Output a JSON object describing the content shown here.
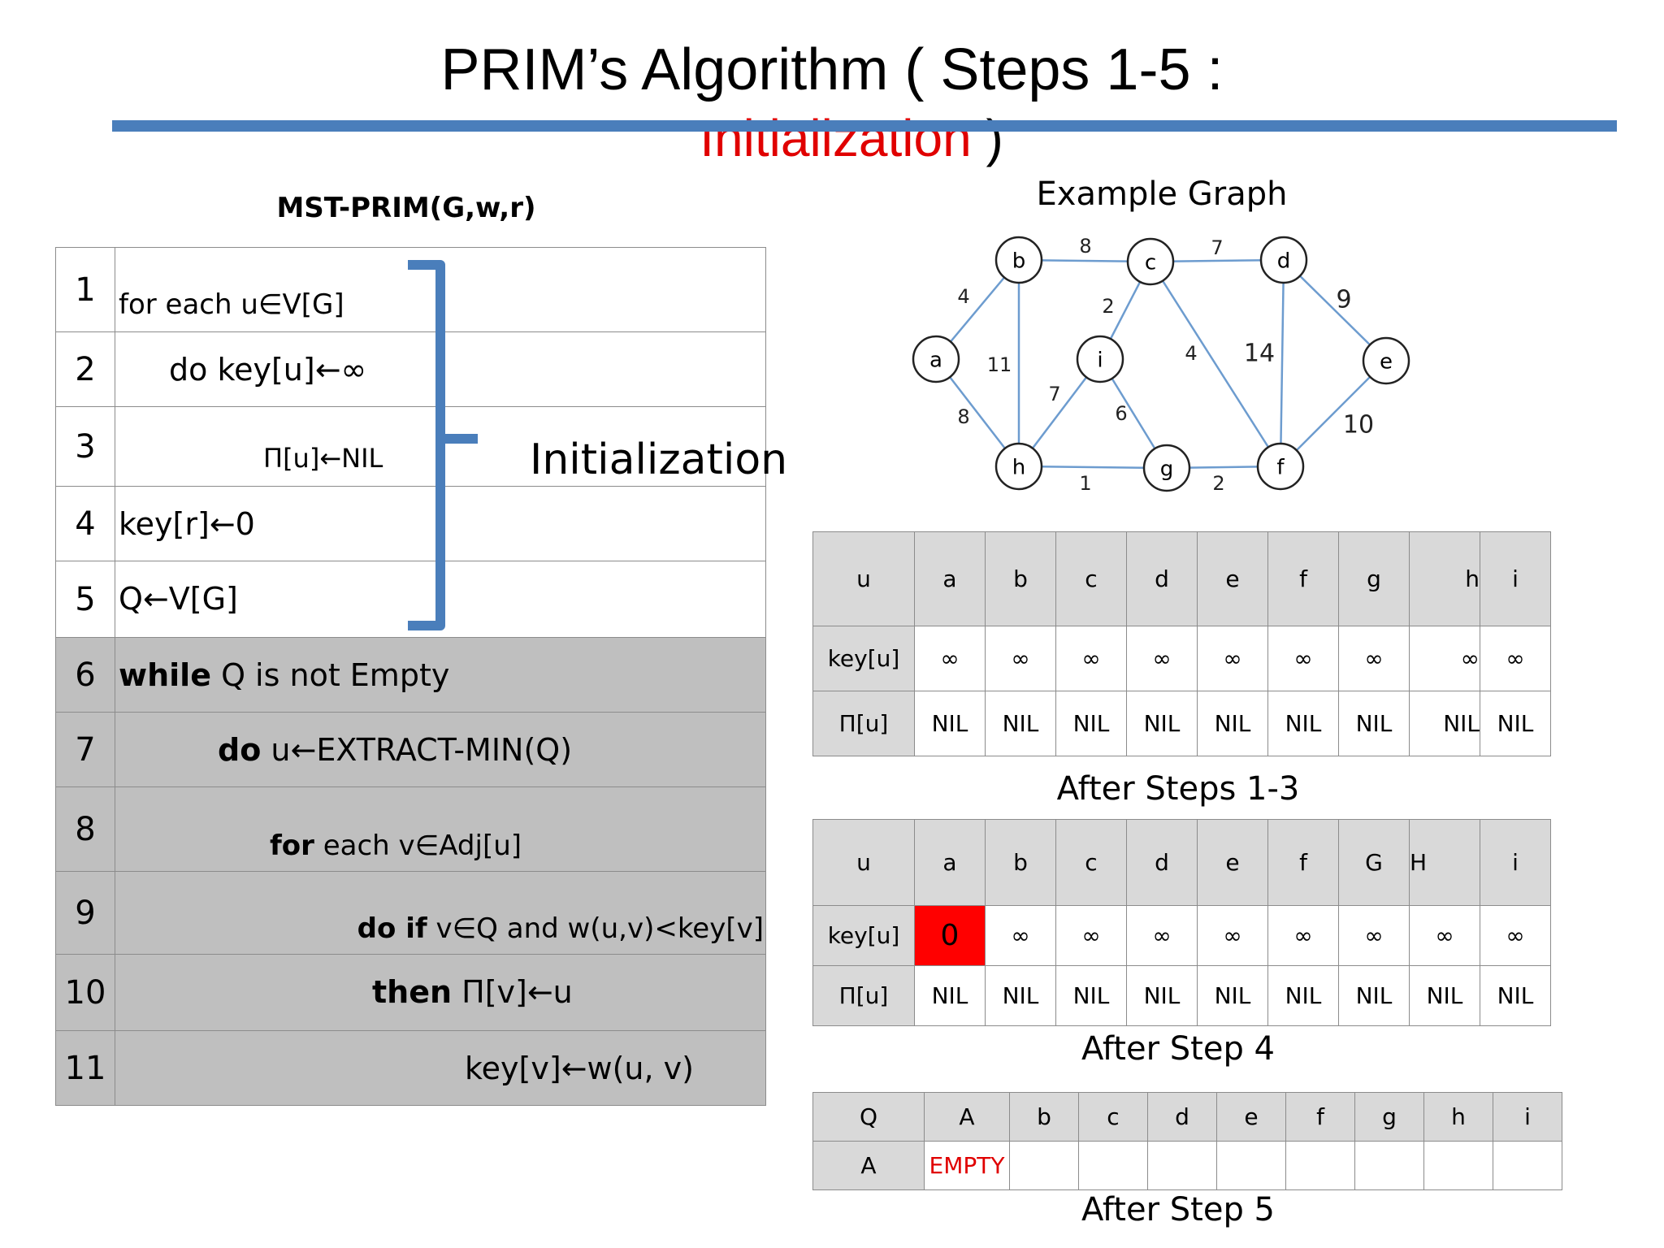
{
  "title": {
    "line1": "PRIM’s Algorithm ( Steps 1-5 :",
    "line2_red": "Initialization",
    "line2_tail": " )"
  },
  "algorithm": {
    "heading": "MST-PRIM(G,w,r)",
    "lines": [
      {
        "n": "1",
        "kw": "",
        "text": "for each u∈V[G]"
      },
      {
        "n": "2",
        "kw": "",
        "text": "do key[u]←∞"
      },
      {
        "n": "3",
        "kw": "",
        "text": "Π[u]←NIL"
      },
      {
        "n": "4",
        "kw": "",
        "text": "key[r]←0"
      },
      {
        "n": "5",
        "kw": "",
        "text": "Q←V[G]"
      },
      {
        "n": "6",
        "kw": "while",
        "text": " Q is not Empty"
      },
      {
        "n": "7",
        "kw": "do",
        "text": " u←EXTRACT-MIN(Q)"
      },
      {
        "n": "8",
        "kw": "for",
        "text": " each v∈Adj[u]"
      },
      {
        "n": "9",
        "kw": "do if",
        "text": " v∈Q and w(u,v)<key[v]"
      },
      {
        "n": "10",
        "kw": "then",
        "text": " Π[v]←u"
      },
      {
        "n": "11",
        "kw": "",
        "text": "key[v]←w(u, v)"
      }
    ],
    "brace_label": "Initialization"
  },
  "graph": {
    "heading": "Example Graph",
    "nodes": [
      "a",
      "b",
      "c",
      "d",
      "e",
      "f",
      "g",
      "h",
      "i"
    ],
    "edges": [
      {
        "from": "a",
        "to": "b",
        "w": "4"
      },
      {
        "from": "b",
        "to": "c",
        "w": "8"
      },
      {
        "from": "c",
        "to": "d",
        "w": "7"
      },
      {
        "from": "d",
        "to": "e",
        "w": "9"
      },
      {
        "from": "a",
        "to": "h",
        "w": "8"
      },
      {
        "from": "b",
        "to": "h",
        "w": "11"
      },
      {
        "from": "c",
        "to": "i",
        "w": "2"
      },
      {
        "from": "i",
        "to": "h",
        "w": "7"
      },
      {
        "from": "i",
        "to": "g",
        "w": "6"
      },
      {
        "from": "c",
        "to": "f",
        "w": "4"
      },
      {
        "from": "d",
        "to": "f",
        "w": "14"
      },
      {
        "from": "e",
        "to": "f",
        "w": "10"
      },
      {
        "from": "h",
        "to": "g",
        "w": "1"
      },
      {
        "from": "g",
        "to": "f",
        "w": "2"
      }
    ]
  },
  "table1": {
    "header": [
      "u",
      "a",
      "b",
      "c",
      "d",
      "e",
      "f",
      "g",
      "h",
      "i"
    ],
    "key_label": "key[u]",
    "key": [
      "∞",
      "∞",
      "∞",
      "∞",
      "∞",
      "∞",
      "∞",
      "∞",
      "∞"
    ],
    "pi_label": "Π[u]",
    "pi": [
      "NIL",
      "NIL",
      "NIL",
      "NIL",
      "NIL",
      "NIL",
      "NIL",
      "NIL",
      "NIL"
    ],
    "caption": "After Steps 1-3"
  },
  "table2": {
    "header": [
      "u",
      "a",
      "b",
      "c",
      "d",
      "e",
      "f",
      "G",
      "H",
      ""
    ],
    "last_header": "i",
    "key_label": "key[u]",
    "key": [
      "0",
      "∞",
      "∞",
      "∞",
      "∞",
      "∞",
      "∞",
      "∞",
      "∞"
    ],
    "pi_label": "Π[u]",
    "pi": [
      "NIL",
      "NIL",
      "NIL",
      "NIL",
      "NIL",
      "NIL",
      "NIL",
      "NIL",
      "NIL"
    ],
    "caption": "After Step 4",
    "highlight_color": "#ff0000"
  },
  "table3": {
    "header": [
      "Q",
      "A",
      "b",
      "c",
      "d",
      "e",
      "f",
      "g",
      "h",
      "i"
    ],
    "row_label": "A",
    "row_value": "EMPTY",
    "caption": "After Step 5",
    "empty_color": "#e00000"
  }
}
